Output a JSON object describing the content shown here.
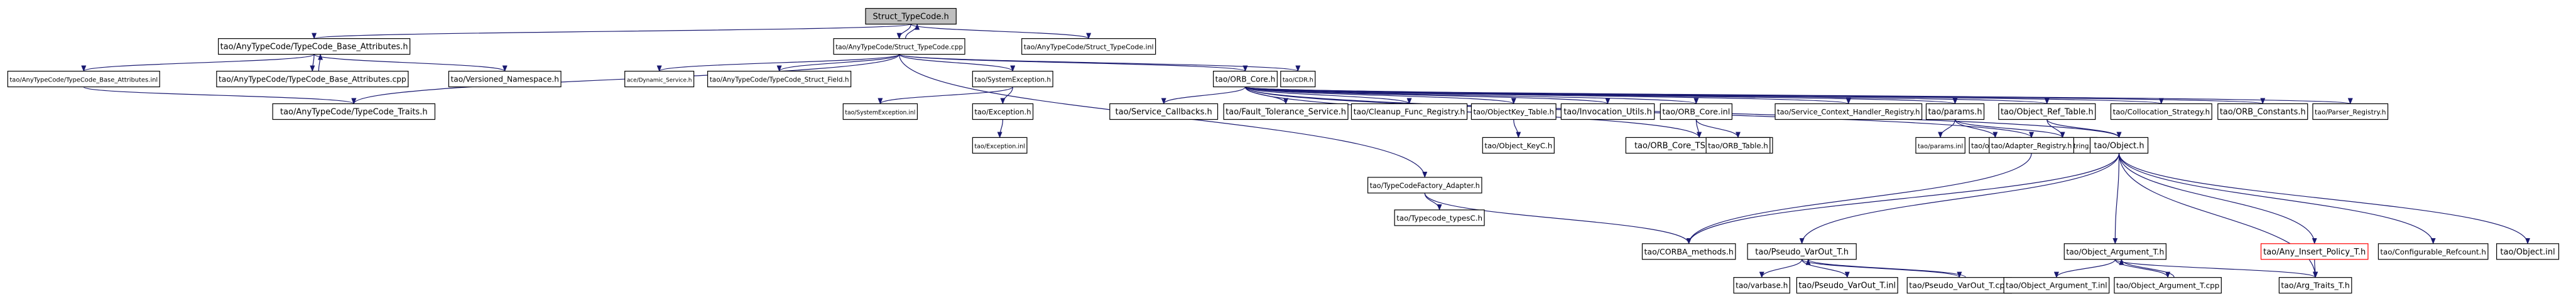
{
  "graph": {
    "edge_color": "#191970",
    "root_fill": "#bfbfbf",
    "missing_border": "#ff0000",
    "nodes": [
      {
        "id": "n0",
        "label": "Struct_TypeCode.h",
        "root": true
      },
      {
        "id": "n1",
        "label": "tao/AnyTypeCode/TypeCode_Base_Attributes.h"
      },
      {
        "id": "n2",
        "label": "tao/AnyTypeCode/Struct_TypeCode.cpp"
      },
      {
        "id": "n3",
        "label": "tao/AnyTypeCode/Struct_TypeCode.inl"
      },
      {
        "id": "n4",
        "label": "tao/AnyTypeCode/TypeCode_Base_Attributes.inl"
      },
      {
        "id": "n5",
        "label": "tao/AnyTypeCode/TypeCode_Base_Attributes.cpp"
      },
      {
        "id": "n6",
        "label": "tao/Versioned_Namespace.h"
      },
      {
        "id": "n7",
        "label": "tao/AnyTypeCode/TypeCode_Traits.h"
      },
      {
        "id": "n8",
        "label": "ace/Dynamic_Service.h"
      },
      {
        "id": "n9",
        "label": "tao/AnyTypeCode/TypeCode_Struct_Field.h"
      },
      {
        "id": "n10",
        "label": "tao/SystemException.h"
      },
      {
        "id": "n11",
        "label": "tao/SystemException.inl"
      },
      {
        "id": "n12",
        "label": "tao/Exception.h"
      },
      {
        "id": "n13",
        "label": "tao/Exception.inl"
      },
      {
        "id": "n14",
        "label": "tao/ORB_Core.h"
      },
      {
        "id": "n15",
        "label": "tao/CDR.h"
      },
      {
        "id": "n16",
        "label": "tao/TypeCodeFactory_Adapter.h"
      },
      {
        "id": "n17",
        "label": "tao/Typecode_typesC.h"
      },
      {
        "id": "n18",
        "label": "tao/Service_Callbacks.h"
      },
      {
        "id": "n19",
        "label": "tao/Fault_Tolerance_Service.h"
      },
      {
        "id": "n20",
        "label": "tao/Cleanup_Func_Registry.h"
      },
      {
        "id": "n21",
        "label": "tao/ObjectKey_Table.h"
      },
      {
        "id": "n22",
        "label": "tao/Object_KeyC.h"
      },
      {
        "id": "n23",
        "label": "tao/Invocation_Utils.h"
      },
      {
        "id": "n24",
        "label": "tao/ORB_Core.inl"
      },
      {
        "id": "n25",
        "label": "tao/ORB_Core_TSS_Resources.h"
      },
      {
        "id": "n26",
        "label": "tao/ORB_Table.h"
      },
      {
        "id": "n27",
        "label": "tao/Service_Context_Handler_Registry.h"
      },
      {
        "id": "n28",
        "label": "tao/params.h"
      },
      {
        "id": "n29",
        "label": "tao/params.inl"
      },
      {
        "id": "n30",
        "label": "tao/objectid.h"
      },
      {
        "id": "n31",
        "label": "tao/CORBA_String.h"
      },
      {
        "id": "n32",
        "label": "tao/Object_Ref_Table.h"
      },
      {
        "id": "n33",
        "label": "tao/Adapter_Registry.h"
      },
      {
        "id": "n34",
        "label": "tao/Object.h"
      },
      {
        "id": "n35",
        "label": "tao/Collocation_Strategy.h"
      },
      {
        "id": "n36",
        "label": "tao/ORB_Constants.h"
      },
      {
        "id": "n37",
        "label": "tao/Parser_Registry.h"
      },
      {
        "id": "n38",
        "label": "tao/CORBA_methods.h"
      },
      {
        "id": "n39",
        "label": "tao/Pseudo_VarOut_T.h"
      },
      {
        "id": "n40",
        "label": "tao/varbase.h"
      },
      {
        "id": "n41",
        "label": "tao/Pseudo_VarOut_T.inl"
      },
      {
        "id": "n42",
        "label": "tao/Pseudo_VarOut_T.cpp"
      },
      {
        "id": "n43",
        "label": "tao/Object_Argument_T.h"
      },
      {
        "id": "n44",
        "label": "tao/Object_Argument_T.inl"
      },
      {
        "id": "n45",
        "label": "tao/Object_Argument_T.cpp"
      },
      {
        "id": "n46",
        "label": "tao/Any_Insert_Policy_T.h",
        "missing": true
      },
      {
        "id": "n47",
        "label": "tao/Arg_Traits_T.h"
      },
      {
        "id": "n48",
        "label": "tao/Configurable_Refcount.h"
      },
      {
        "id": "n49",
        "label": "tao/Object.inl"
      }
    ]
  }
}
